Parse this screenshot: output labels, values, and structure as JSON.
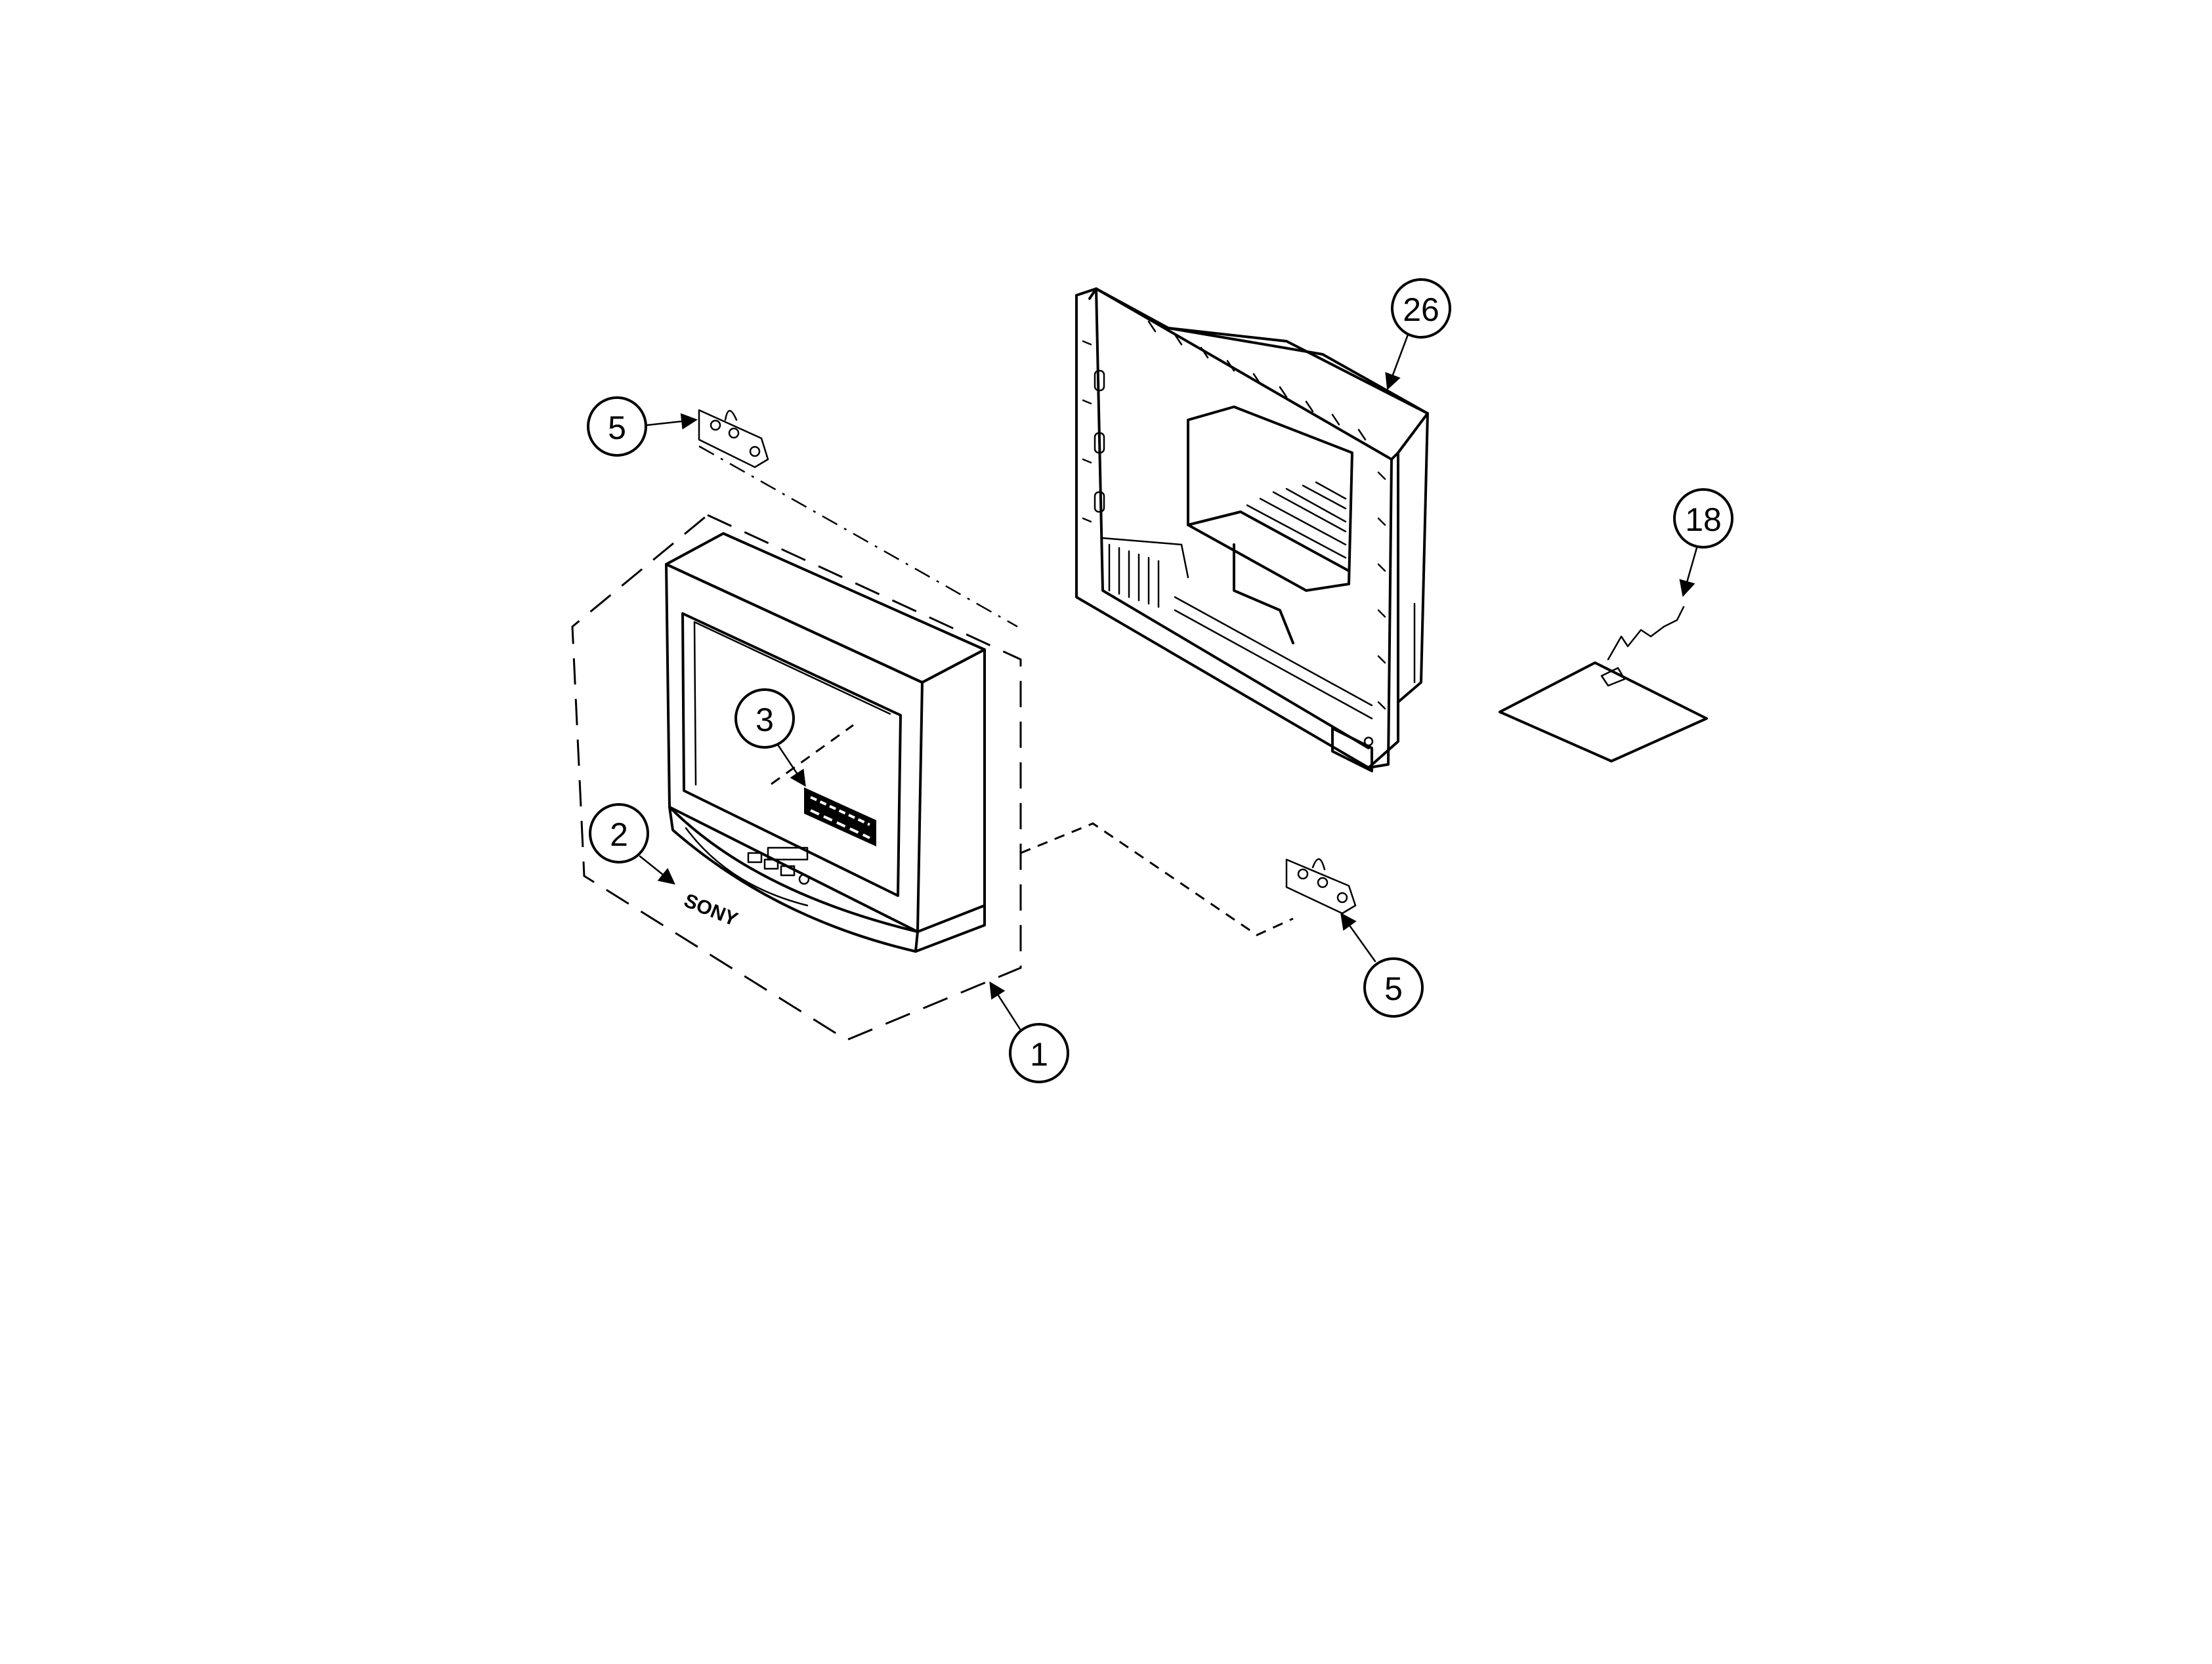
{
  "callouts": {
    "c1": "1",
    "c2": "2",
    "c3": "3",
    "c5_top": "5",
    "c5_bottom": "5",
    "c18": "18",
    "c26": "26"
  },
  "logo": "SONY"
}
